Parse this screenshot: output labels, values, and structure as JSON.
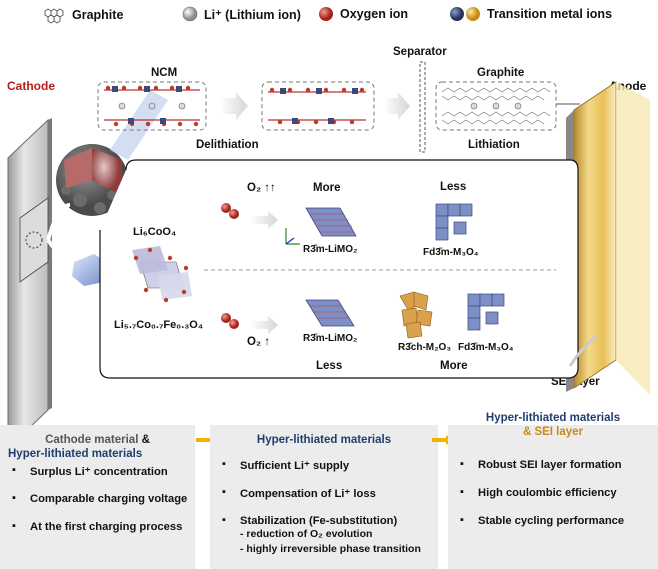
{
  "legend": {
    "graphite": "Graphite",
    "lithium_ion": "Li⁺ (Lithium ion)",
    "oxygen_ion": "Oxygen ion",
    "transition_metal_ions": "Transition metal ions"
  },
  "labels": {
    "cathode": "Cathode",
    "anode": "Anode",
    "ncm": "NCM",
    "separator": "Separator",
    "graphite": "Graphite",
    "delithiation": "Delithiation",
    "lithiation": "Lithiation",
    "sei_layer": "SEI layer"
  },
  "comparison": {
    "o2_top": "O₂ ↑↑",
    "o2_bottom": "O₂ ↑",
    "more_top": "More",
    "less_top": "Less",
    "less_bottom": "Less",
    "more_bottom": "More",
    "compound_1": "Li₆CoO₄",
    "compound_2": "Li₅.₇Co₀.₇Fe₀.₃O₄",
    "phase_r3m_top": "R3̄m-LiMO₂",
    "phase_fd3m_top": "Fd3̄m-M₃O₄",
    "phase_r3m_bottom": "R3̄m-LiMO₂",
    "phase_r3ch": "R3̄ch-M₂O₃",
    "phase_fd3m_bottom": "Fd3̄m-M₃O₄"
  },
  "panels": [
    {
      "title_part1": "Cathode material",
      "title_amp": " &",
      "title_part2": "Hyper-lithiated materials",
      "items": [
        "Surplus Li⁺ concentration",
        "Comparable charging voltage",
        "At the first charging process"
      ]
    },
    {
      "title": "Hyper-lithiated materials",
      "items": [
        "Sufficient Li⁺ supply",
        "Compensation of Li⁺ loss",
        "Stabilization (Fe-substitution)"
      ],
      "subitems": [
        "- reduction of O₂ evolution",
        "- highly irreversible phase transition"
      ]
    },
    {
      "title_part1": "Hyper-lithiated materials",
      "title_part2": "& SEI layer",
      "items": [
        "Robust SEI layer formation",
        "High coulombic efficiency",
        "Stable cycling performance"
      ]
    }
  ],
  "colors": {
    "lithium": "#b5b5b5",
    "oxygen": "#c0392b",
    "transition_metal_blue": "#3b4a7a",
    "transition_metal_gold": "#e0a92b",
    "cathode_label": "#b71c1c",
    "panel_title_navy": "#1f3e6e",
    "panel_title_gold": "#c58a1e",
    "panel_bg": "#ececec",
    "arrow": "#f0b400"
  }
}
